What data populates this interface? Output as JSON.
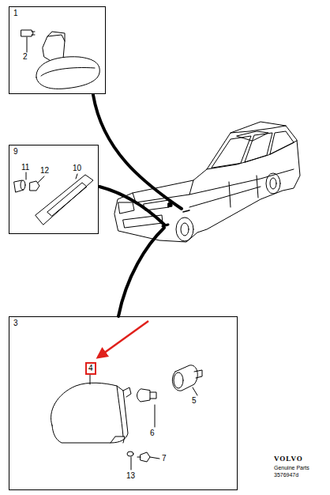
{
  "diagram": {
    "nodes": [
      {
        "text": [
          "1"
        ]
      },
      {
        "text": [
          "9"
        ]
      },
      {
        "text": [
          "3"
        ]
      },
      {
        "text": [
          "4"
        ],
        "in": 2
      }
    ],
    "labels": [
      "2",
      "11",
      "12",
      "10",
      "5",
      "6",
      "7",
      "13",
      "VOLVO",
      "Genuine Parts",
      "3576947d"
    ]
  }
}
